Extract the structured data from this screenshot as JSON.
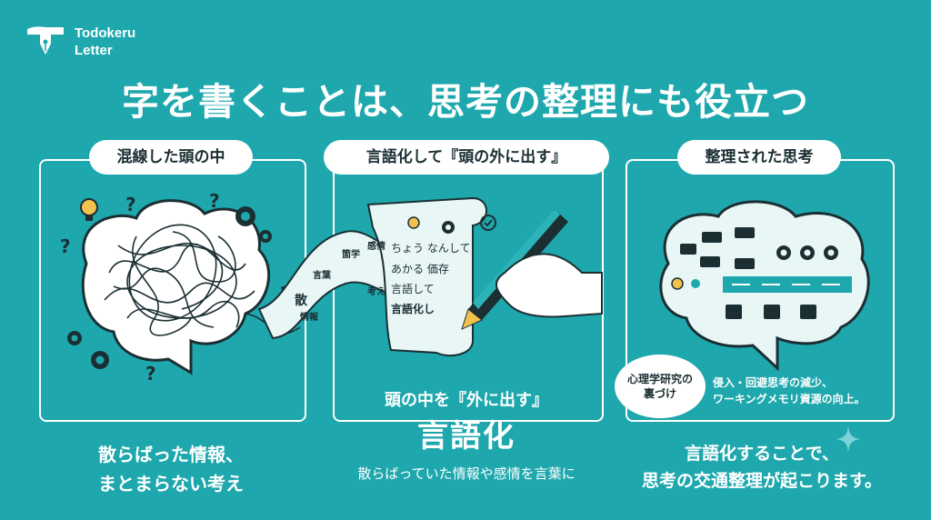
{
  "logo": {
    "line1": "Todokeru",
    "line2": "Letter"
  },
  "title": "字を書くことは、思考の整理にも役立つ",
  "panels": [
    {
      "label": "混線した頭の中",
      "caption_line1": "散らばった情報、",
      "caption_line2": "まとまらない考え"
    },
    {
      "label": "言語化して『頭の外に出す』",
      "scroll_lines": [
        "ちょう なんして",
        "あかる 価存",
        "言語して",
        "言語化し"
      ],
      "ribbon_words": [
        "箇学",
        "感情",
        "言葉",
        "考え",
        "散",
        "情報"
      ],
      "caption_top": "頭の中を『外に出す』",
      "caption_main": "言語化",
      "caption_bottom": "散らばっていた情報や感情を言葉に"
    },
    {
      "label": "整理された思考",
      "bubble_line1": "心理学研究の",
      "bubble_line2": "裏づけ",
      "research_line1": "侵入・回避思考の減少、",
      "research_line2": "ワーキングメモリ資源の向上。",
      "caption_line1": "言語化することで、",
      "caption_line2": "思考の交通整理が起こります。"
    }
  ],
  "colors": {
    "background": "#1ea8ad",
    "dark": "#1b2f33",
    "light": "#e9f6f6"
  }
}
